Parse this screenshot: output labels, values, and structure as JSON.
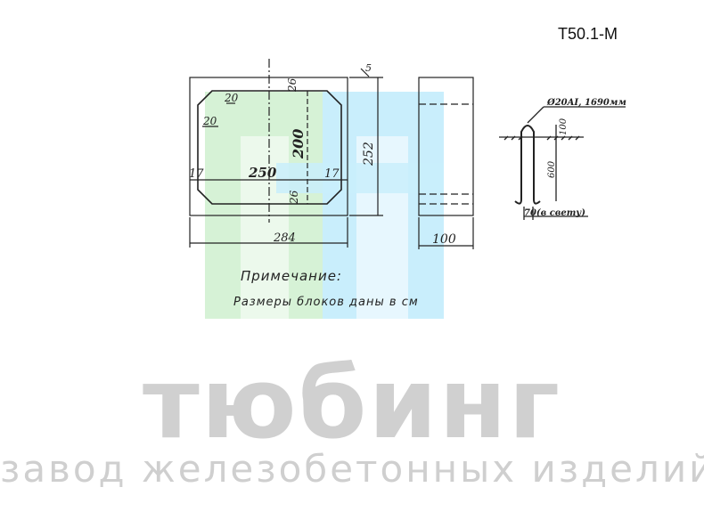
{
  "header": {
    "code": "T50.1-M"
  },
  "drawing": {
    "front_view": {
      "dim_width": "284",
      "dim_inner_width": "250",
      "dim_side_left": "17",
      "dim_side_right": "17",
      "dim_height": "252",
      "dim_inner_height": "200",
      "dim_top": "26",
      "dim_bottom": "26",
      "dim_chamfer_a": "20",
      "dim_chamfer_b": "20",
      "dim_tick": "5"
    },
    "side_view": {
      "dim_thickness": "100"
    },
    "rebar": {
      "spec": "Ø20AI, 1690мм",
      "dim_top": "100",
      "dim_length": "600",
      "dim_gap": "70(в свету)"
    },
    "note": {
      "title": "Примечание:",
      "text": "Размеры блоков даны в см"
    }
  },
  "branding": {
    "name": "тюбинг",
    "tagline": "завод железобетонных изделий"
  },
  "colors": {
    "logo_green": "#d6f2d6",
    "logo_blue": "#c9eefc",
    "brand_gray": "#d0d0d0",
    "line": "#222222"
  }
}
